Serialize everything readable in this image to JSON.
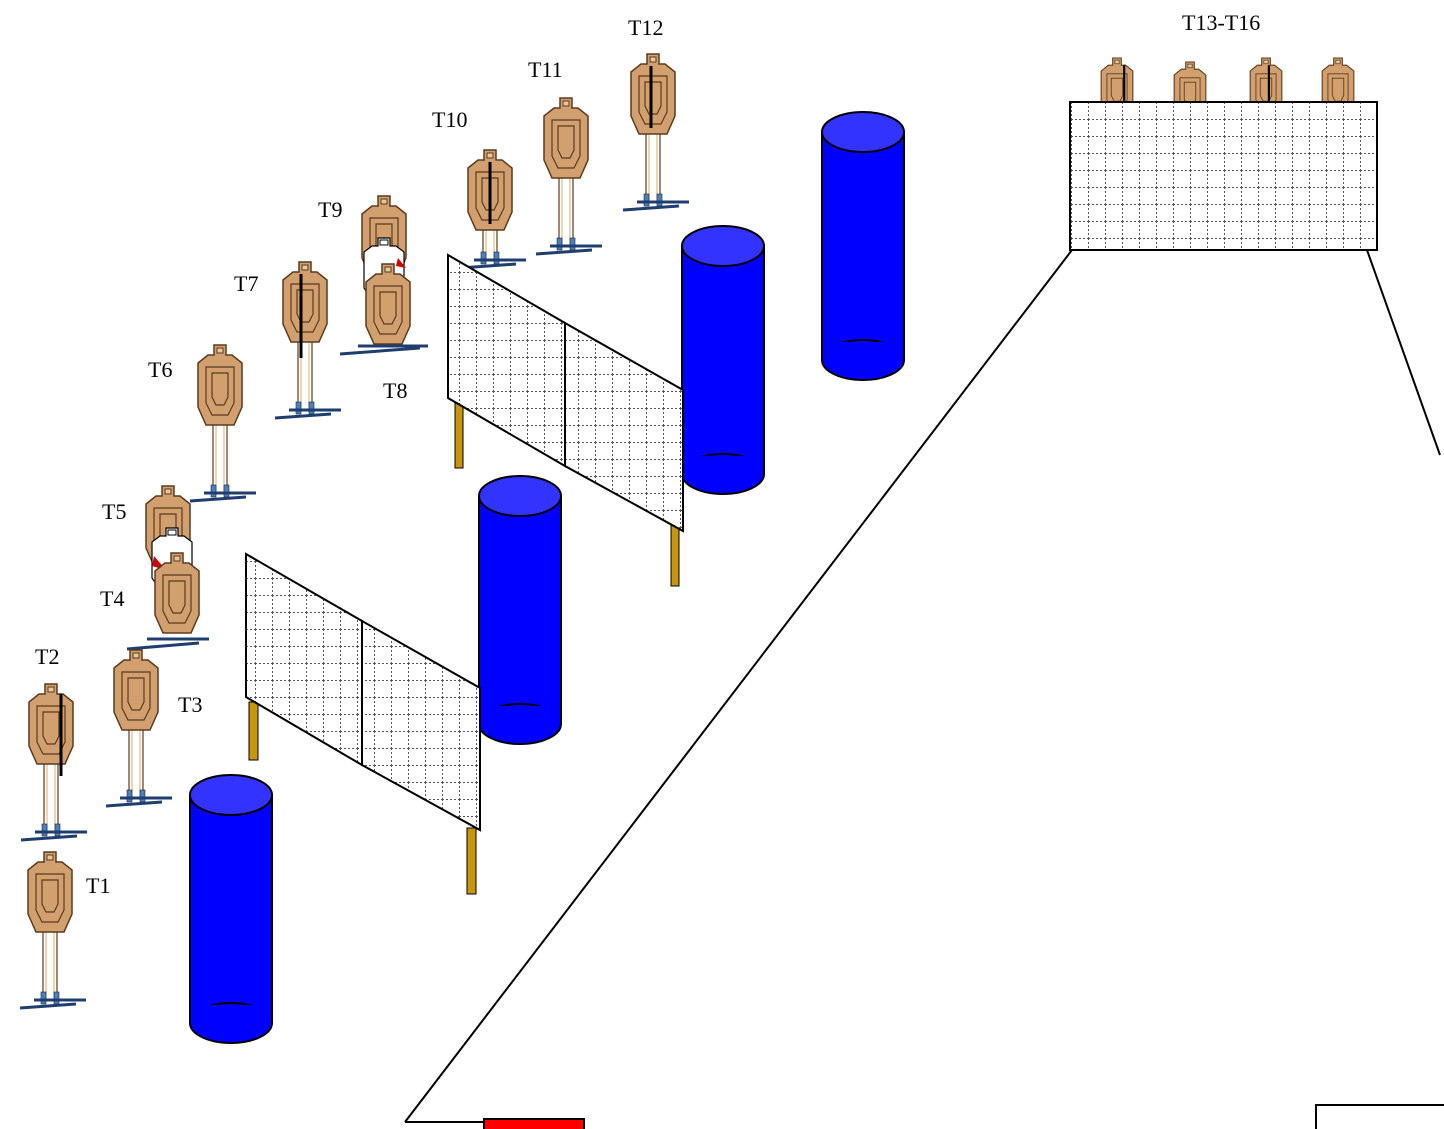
{
  "labels": {
    "t1": "T1",
    "t2": "T2",
    "t3": "T3",
    "t4": "T4",
    "t5": "T5",
    "t6": "T6",
    "t7": "T7",
    "t8": "T8",
    "t9": "T9",
    "t10": "T10",
    "t11": "T11",
    "t12": "T12",
    "t13_16": "T13-T16"
  },
  "colors": {
    "target_fill": "#D2A06E",
    "target_stroke": "#5A3A1E",
    "barrel": "#0000FF",
    "barrel_top": "#3333FF",
    "stand_base": "#4A7FC0",
    "wall_leg": "#C8960C",
    "start_box": "#FF0000"
  },
  "icons": {
    "target": "cardboard-silhouette-target",
    "no_shoot": "white-no-shoot-target",
    "barrel": "blue-barrel",
    "wall": "mesh-wall",
    "fault_line": "fault-line",
    "start_position": "start-box"
  }
}
